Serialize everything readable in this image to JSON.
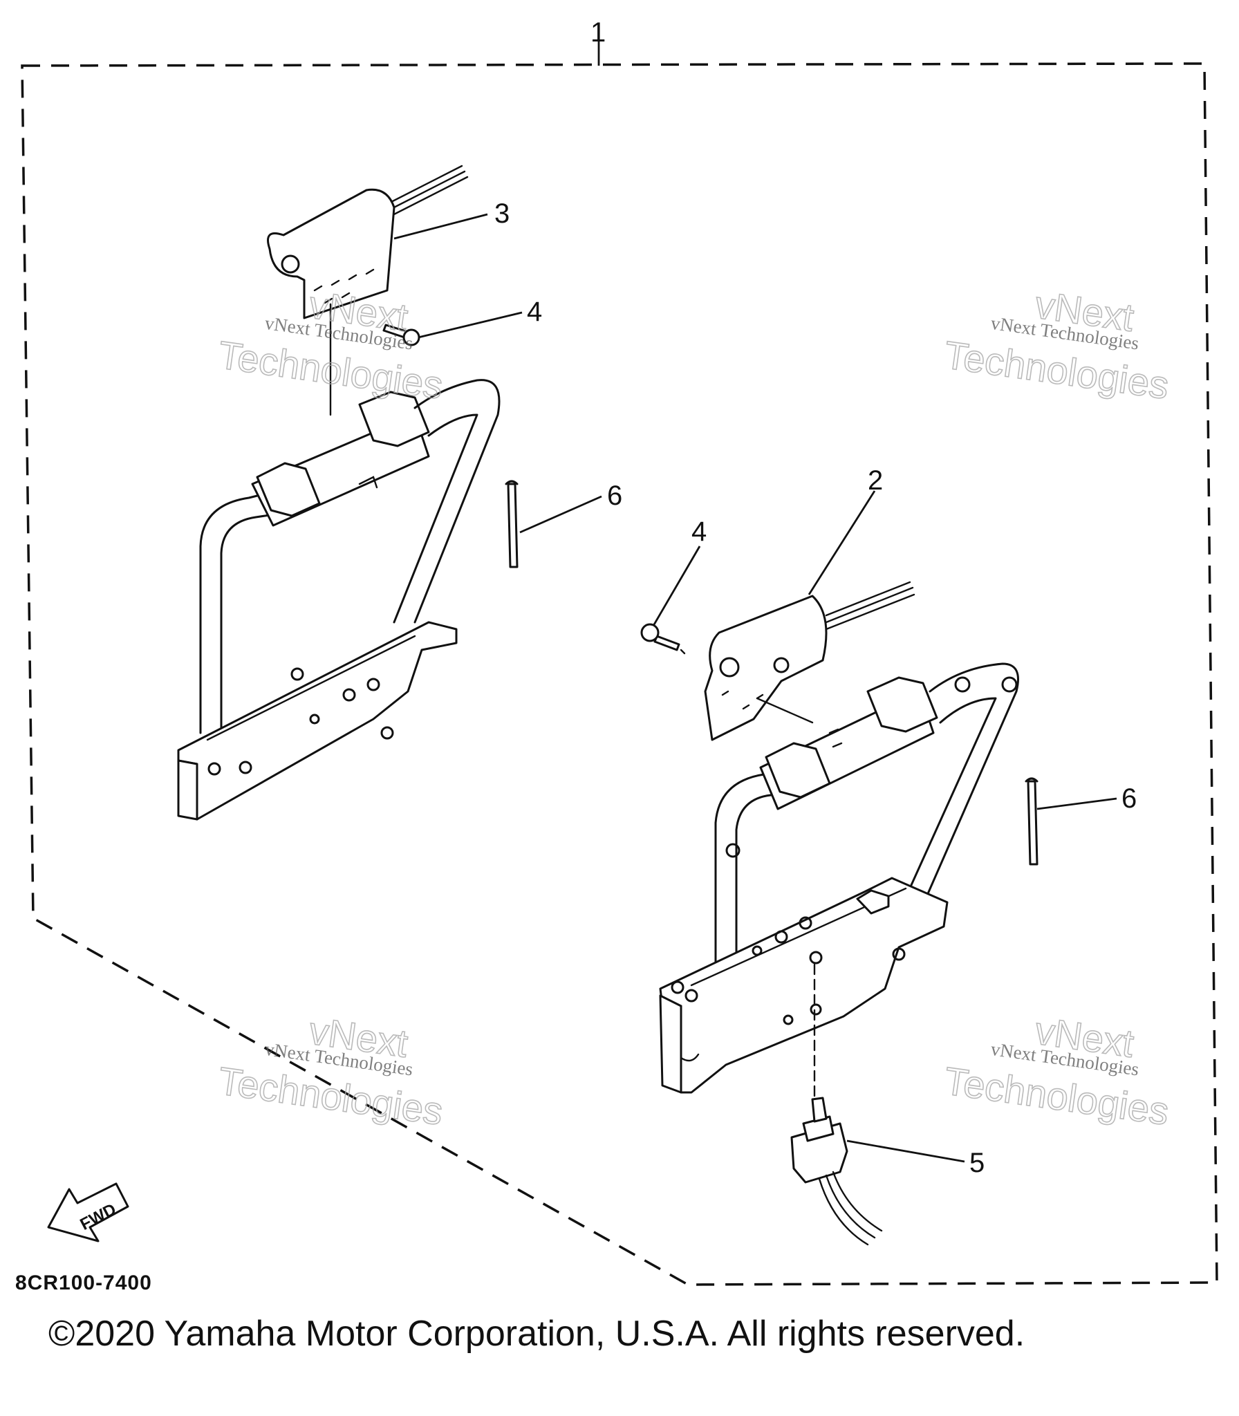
{
  "callouts": {
    "c1": "1",
    "c2": "2",
    "c3": "3",
    "c4a": "4",
    "c4b": "4",
    "c5": "5",
    "c6a": "6",
    "c6b": "6"
  },
  "watermark": {
    "line1": "vNext Technologies",
    "line2a": "vNext",
    "line2b": "Technologies"
  },
  "fwd_label": "FWD",
  "diagram_code": "8CR100-7400",
  "copyright": "©2020 Yamaha Motor Corporation, U.S.A. All rights reserved."
}
